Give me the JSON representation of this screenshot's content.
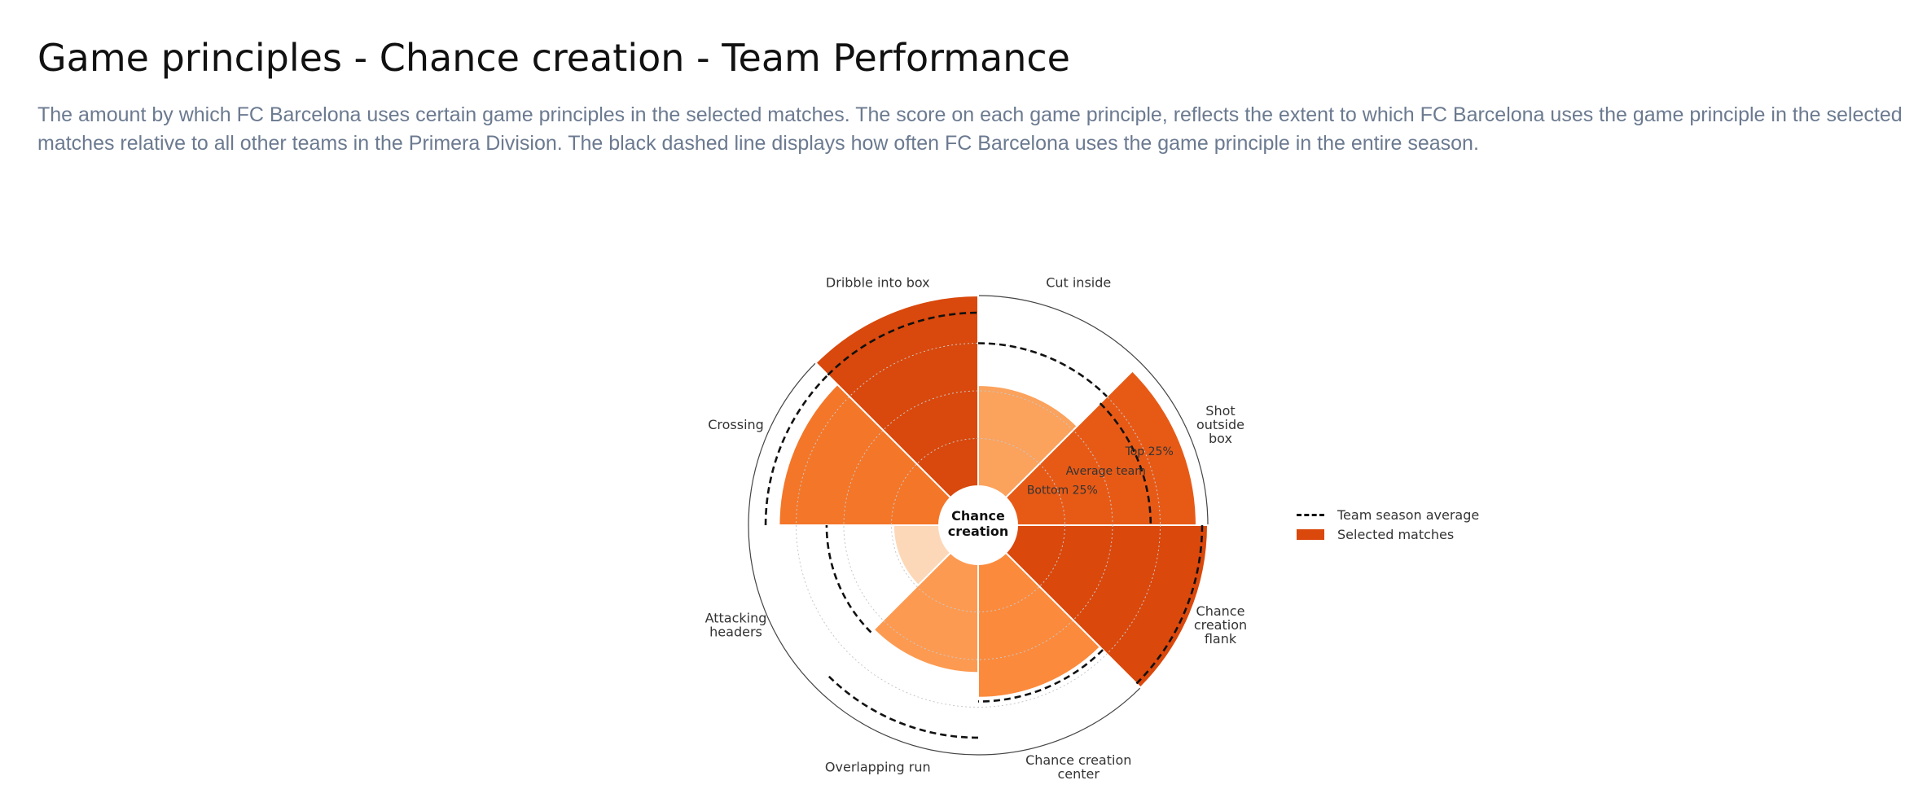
{
  "title": "Game principles - Chance creation - Team Performance",
  "subtitle": "The amount by which FC Barcelona uses certain game principles in the selected matches. The score on each game principle, reflects the extent to which FC Barcelona uses the game principle in the selected matches relative to all other teams in the Primera Division. The black dashed line displays how often FC Barcelona uses the game principle in the entire season.",
  "legend": {
    "season_label": "Team season average",
    "selected_label": "Selected matches"
  },
  "chart_data": {
    "type": "polar-area",
    "center_label": [
      "Chance",
      "creation"
    ],
    "range": [
      0,
      100
    ],
    "rings": [
      {
        "value": 25,
        "label": "Bottom 25%"
      },
      {
        "value": 50,
        "label": "Average team"
      },
      {
        "value": 75,
        "label": "Top 25%"
      }
    ],
    "categories": [
      {
        "label": [
          "Cut inside"
        ],
        "selected": 53,
        "season": 75,
        "color": "#fba25d"
      },
      {
        "label": [
          "Shot",
          "outside",
          "box"
        ],
        "selected": 94,
        "season": 70,
        "color": "#e75a16"
      },
      {
        "label": [
          "Chance",
          "creation",
          "flank"
        ],
        "selected": 100,
        "season": 97,
        "color": "#da480c"
      },
      {
        "label": [
          "Chance creation",
          "center"
        ],
        "selected": 70,
        "season": 72,
        "color": "#fb8a3c"
      },
      {
        "label": [
          "Overlapping run"
        ],
        "selected": 57,
        "season": 91,
        "color": "#fd9a51"
      },
      {
        "label": [
          "Attacking",
          "headers"
        ],
        "selected": 24,
        "season": 59,
        "color": "#fdd8b8"
      },
      {
        "label": [
          "Crossing"
        ],
        "selected": 84,
        "season": 91,
        "color": "#f47628"
      },
      {
        "label": [
          "Dribble into box"
        ],
        "selected": 100,
        "season": 91,
        "color": "#d9480c"
      }
    ]
  }
}
